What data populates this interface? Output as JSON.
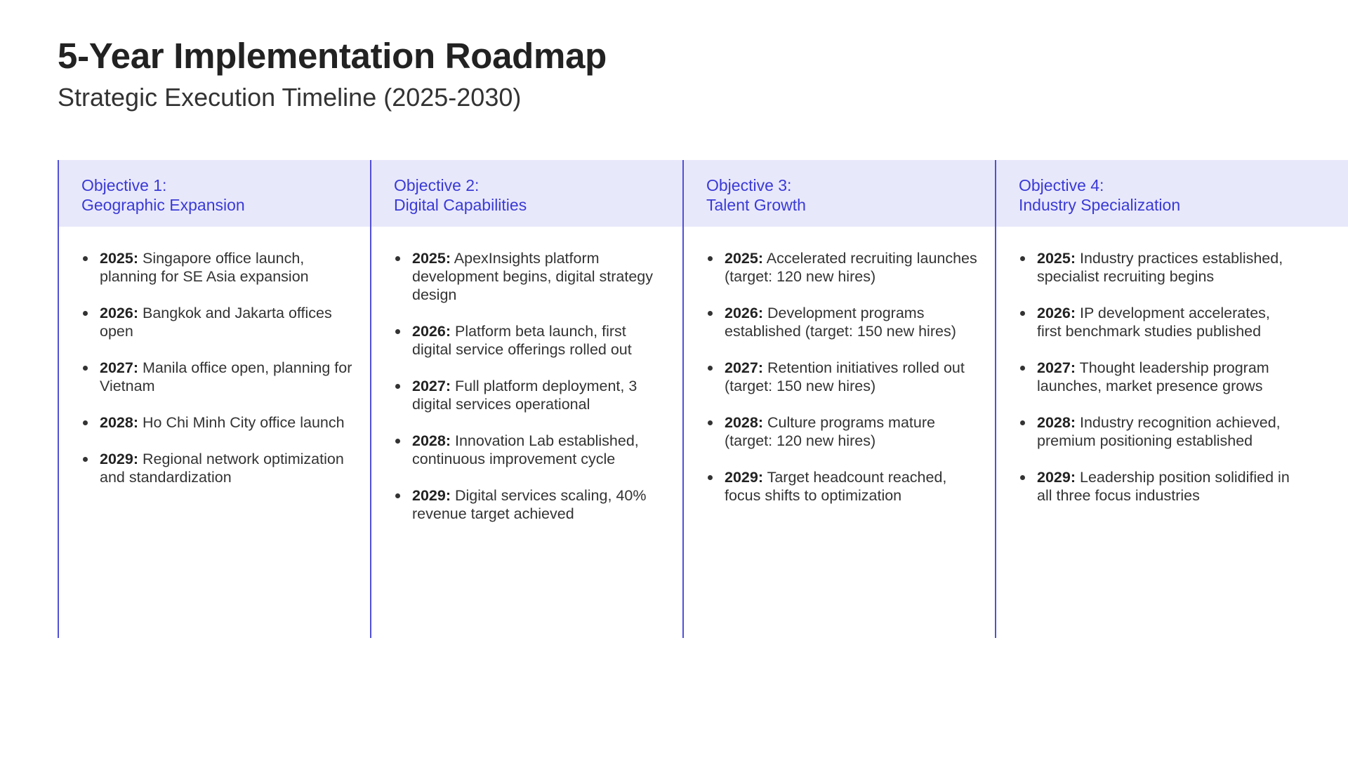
{
  "title": "5-Year Implementation Roadmap",
  "subtitle": "Strategic Execution Timeline (2025-2030)",
  "colors": {
    "accent": "#3a3ad6",
    "header_bg": "#e8e8fb",
    "divider": "#5050d8"
  },
  "objectives": [
    {
      "label": "Objective 1:",
      "name": "Geographic Expansion",
      "items": [
        {
          "year": "2025:",
          "text": "Singapore office launch, planning for SE Asia expansion"
        },
        {
          "year": "2026:",
          "text": "Bangkok and Jakarta offices open"
        },
        {
          "year": "2027:",
          "text": "Manila office open, planning for Vietnam"
        },
        {
          "year": "2028:",
          "text": "Ho Chi Minh City office launch"
        },
        {
          "year": "2029:",
          "text": "Regional network optimization and standardization"
        }
      ]
    },
    {
      "label": "Objective 2:",
      "name": "Digital Capabilities",
      "items": [
        {
          "year": "2025:",
          "text": "ApexInsights platform development begins, digital strategy design"
        },
        {
          "year": "2026:",
          "text": "Platform beta launch, first digital service offerings rolled out"
        },
        {
          "year": "2027:",
          "text": "Full platform deployment, 3 digital services operational"
        },
        {
          "year": "2028:",
          "text": "Innovation Lab established, continuous improvement cycle"
        },
        {
          "year": "2029:",
          "text": "Digital services scaling, 40% revenue target achieved"
        }
      ]
    },
    {
      "label": "Objective 3:",
      "name": "Talent Growth",
      "items": [
        {
          "year": "2025:",
          "text": "Accelerated recruiting launches (target: 120 new hires)"
        },
        {
          "year": "2026:",
          "text": "Development programs established (target: 150 new hires)"
        },
        {
          "year": "2027:",
          "text": "Retention initiatives rolled out (target: 150 new hires)"
        },
        {
          "year": "2028:",
          "text": "Culture programs mature (target: 120 new hires)"
        },
        {
          "year": "2029:",
          "text": "Target headcount reached, focus shifts to optimization"
        }
      ]
    },
    {
      "label": "Objective 4:",
      "name": "Industry Specialization",
      "items": [
        {
          "year": "2025:",
          "text": "Industry practices established, specialist recruiting begins"
        },
        {
          "year": "2026:",
          "text": "IP development accelerates, first benchmark studies published"
        },
        {
          "year": "2027:",
          "text": "Thought leadership program launches, market presence grows"
        },
        {
          "year": "2028:",
          "text": "Industry recognition achieved, premium positioning established"
        },
        {
          "year": "2029:",
          "text": "Leadership position solidified in all three focus industries"
        }
      ]
    }
  ]
}
